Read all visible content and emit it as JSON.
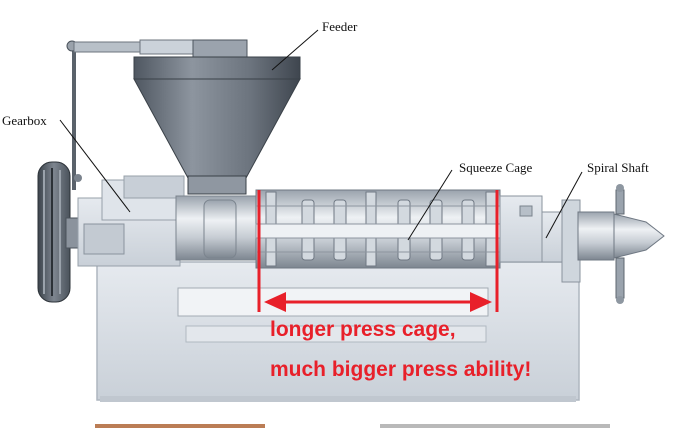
{
  "labels": {
    "feeder": "Feeder",
    "gearbox": "Gearbox",
    "squeeze_cage": "Squeeze Cage",
    "spiral_shaft": "Spiral Shaft"
  },
  "callout": {
    "line1": "longer press cage,",
    "line2": "much bigger press ability!"
  },
  "colors": {
    "accent_red": "#e8202a",
    "machine_light": "#d8dde4",
    "machine_mid": "#b4bcc6",
    "machine_dark": "#6f7883"
  }
}
